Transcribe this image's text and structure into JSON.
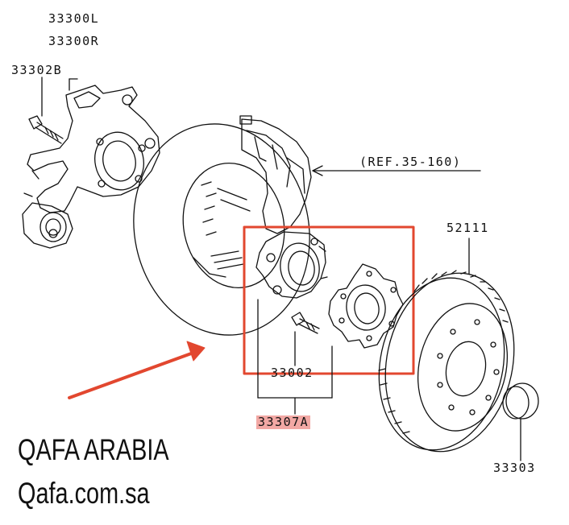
{
  "part_labels": {
    "knuckle_left": "33300L",
    "knuckle_right": "33300R",
    "knuckle_bolt": "33302B",
    "reference": "(REF.35-160)",
    "rotor": "52111",
    "hub_bolt": "33002",
    "hub_assembly": "33307A",
    "cap": "33303"
  },
  "watermark": {
    "line1": "QAFA ARABIA",
    "line2": "Qafa.com.sa"
  },
  "colors": {
    "highlight_box": "#e2472f",
    "arrow": "#e2472f",
    "label_highlight": "#f2a8a4",
    "line": "#111111"
  }
}
